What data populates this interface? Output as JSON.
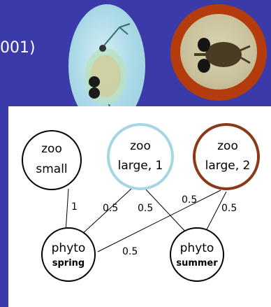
{
  "citation": {
    "text": "001)"
  },
  "nodes": {
    "zoo_small": {
      "line1": "zoo",
      "line2": "small"
    },
    "zoo_large_1": {
      "line1": "zoo",
      "line2": "large, 1"
    },
    "zoo_large_2": {
      "line1": "zoo",
      "line2": "large, 2"
    },
    "phyto_spring": {
      "line1": "phyto",
      "line2": "spring"
    },
    "phyto_summer": {
      "line1": "phyto",
      "line2": "summer"
    }
  },
  "edges": {
    "zs_ps": "1",
    "zl1_ps": "0.5",
    "zl1_pu": "0.5",
    "zl2_ps": "0.5",
    "zl2_pu": "0.5",
    "ps_pu_mid": "0.5"
  },
  "colors": {
    "background": "#3a3aa8",
    "zoo_large_1_ring": "#a7d6e3",
    "zoo_large_2_ring": "#8a3a1a"
  },
  "images": {
    "daphnia_photo": "daphnia-photo",
    "copepod_photo": "copepod-photo"
  }
}
